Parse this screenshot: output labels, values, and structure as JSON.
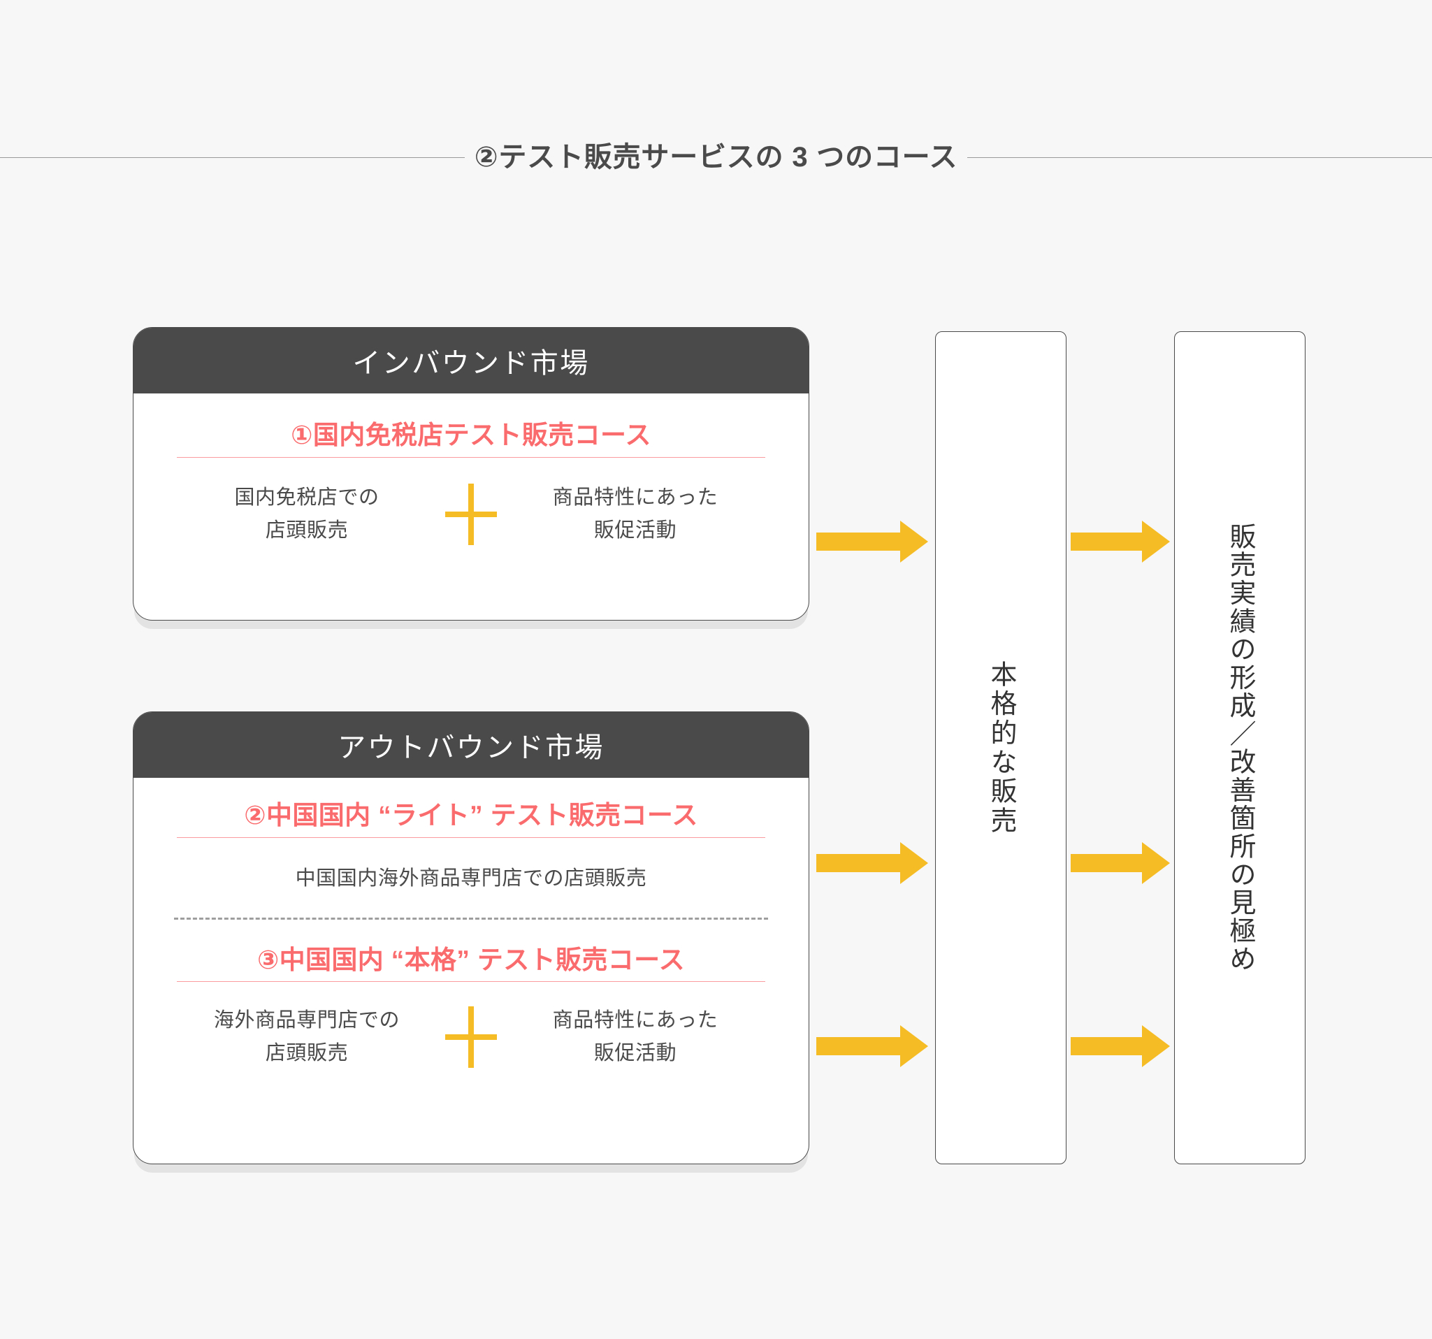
{
  "page": {
    "title": "②テスト販売サービスの 3 つのコース",
    "background_color": "#f7f7f7",
    "accent_amber": "#f5bc25",
    "accent_pink": "#fa6b6d",
    "dark_header": "#4a4a4a"
  },
  "cards": [
    {
      "header": "インバウンド市場",
      "courses": [
        {
          "title": "①国内免税店テスト販売コース",
          "left_line1": "国内免税店での",
          "left_line2": "店頭販売",
          "operator": "+",
          "right_line1": "商品特性にあった",
          "right_line2": "販促活動"
        }
      ]
    },
    {
      "header": "アウトバウンド市場",
      "courses": [
        {
          "title": "②中国国内 “ライト” テスト販売コース",
          "single": "中国国内海外商品専門店での店頭販売"
        },
        {
          "title": "③中国国内 “本格” テスト販売コース",
          "left_line1": "海外商品専門店での",
          "left_line2": "店頭販売",
          "operator": "+",
          "right_line1": "商品特性にあった",
          "right_line2": "販促活動"
        }
      ]
    }
  ],
  "outcome_boxes": [
    {
      "text": "本格的な販売"
    },
    {
      "text": "販売実績の形成／改善箇所の見極め"
    }
  ],
  "arrows": [
    {
      "from": "course-1",
      "to": "full-sale"
    },
    {
      "from": "full-sale",
      "to": "result"
    },
    {
      "from": "course-2",
      "to": "full-sale"
    },
    {
      "from": "full-sale",
      "to": "result"
    },
    {
      "from": "course-3",
      "to": "full-sale"
    },
    {
      "from": "full-sale",
      "to": "result"
    }
  ]
}
